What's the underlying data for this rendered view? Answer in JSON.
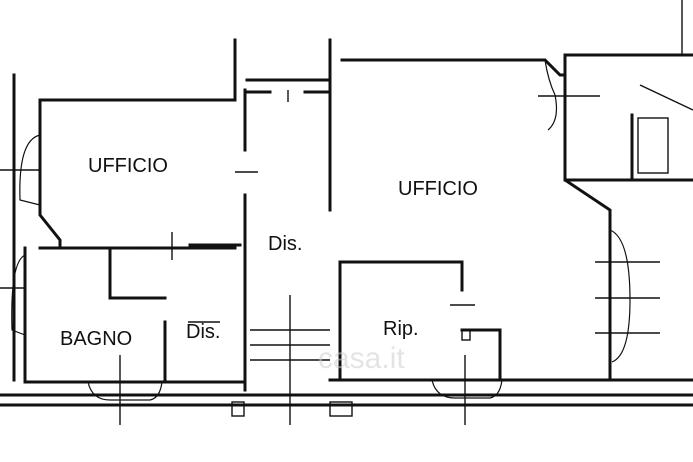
{
  "rooms": [
    {
      "id": "ufficio-left",
      "label": "UFFICIO"
    },
    {
      "id": "ufficio-right",
      "label": "UFFICIO"
    },
    {
      "id": "dis-upper",
      "label": "Dis."
    },
    {
      "id": "dis-lower",
      "label": "Dis."
    },
    {
      "id": "bagno",
      "label": "BAGNO"
    },
    {
      "id": "rip",
      "label": "Rip."
    }
  ],
  "watermark": "casa.it",
  "colors": {
    "line": "#111111",
    "background": "#ffffff",
    "watermark": "#cfcfcf"
  }
}
